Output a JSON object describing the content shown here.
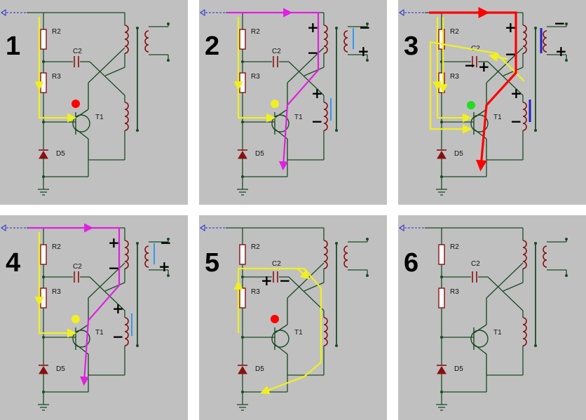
{
  "components": {
    "r_top": "R2",
    "r_bottom": "R3",
    "capacitor": "C2",
    "transistor": "T1",
    "diode": "D5"
  },
  "panels": [
    {
      "step": "1",
      "led": "red"
    },
    {
      "step": "2",
      "led": "yellow"
    },
    {
      "step": "3",
      "led": "green"
    },
    {
      "step": "4",
      "led": "yellow"
    },
    {
      "step": "5",
      "led": "red"
    },
    {
      "step": "6",
      "led": "none"
    }
  ],
  "colors": {
    "panel_bg": "#c0c0c0",
    "wire": "#1a4a22",
    "component": "#8a1010",
    "flow_yellow": "#f0f020",
    "flow_magenta": "#e020e0",
    "flow_red": "#ff0000",
    "polarity_line": "#3399ee",
    "polarity_line_strong": "#2222cc",
    "led_red": "#ff0000",
    "led_yellow": "#f0f020",
    "led_green": "#22dd22"
  },
  "polarity_sign": {
    "plus": "+",
    "minus": "−"
  }
}
